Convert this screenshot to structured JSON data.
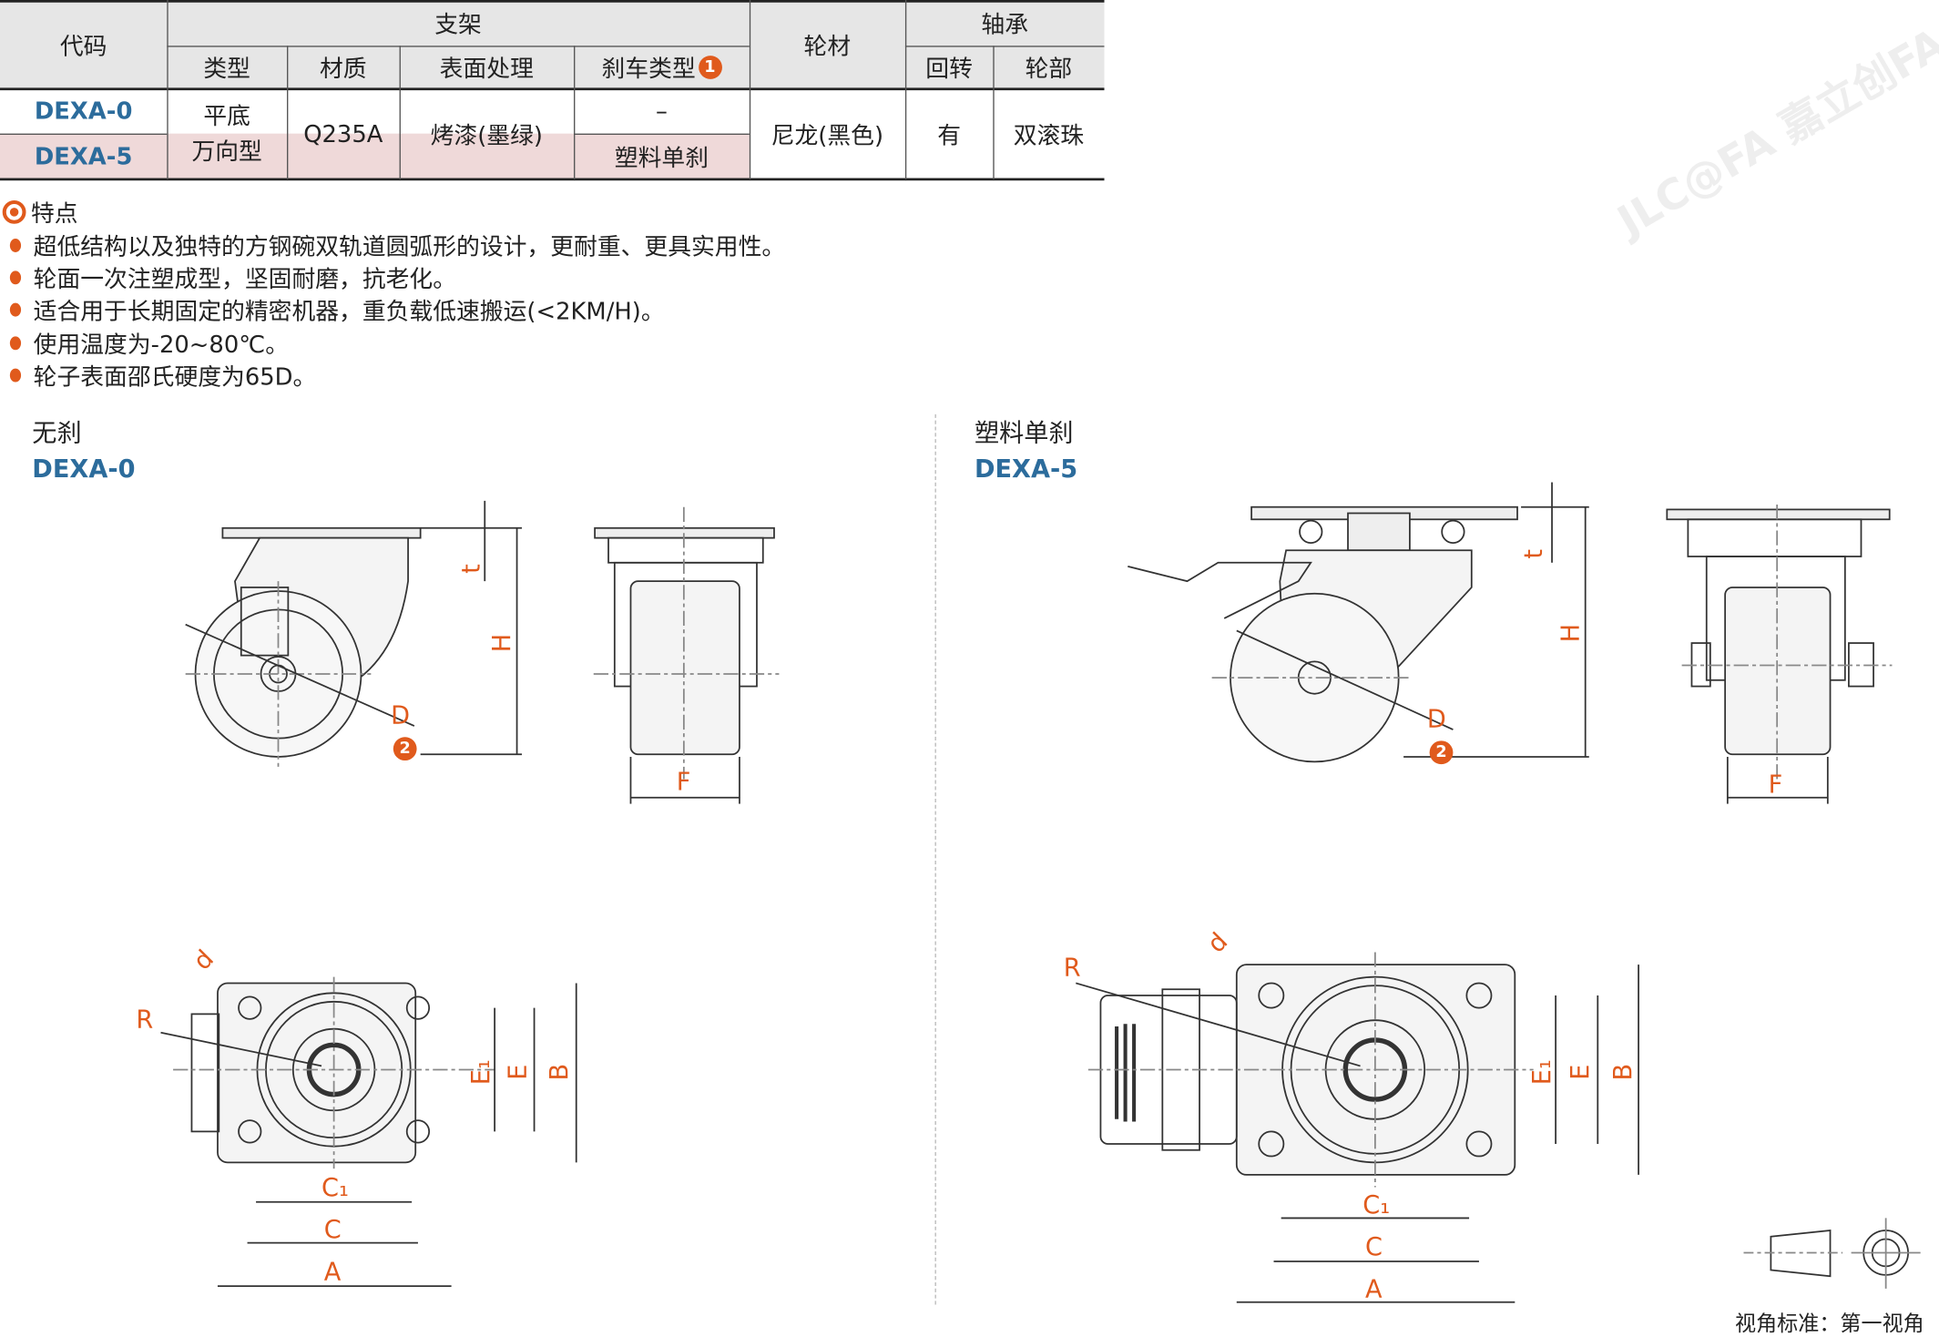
{
  "table": {
    "headers": {
      "code": "代码",
      "bracket": "支架",
      "type": "类型",
      "material": "材质",
      "surface": "表面处理",
      "brake_type": "刹车类型",
      "brake_note": "1",
      "wheel_material": "轮材",
      "bearing": "轴承",
      "swivel": "回转",
      "wheel_part": "轮部"
    },
    "rows": [
      {
        "code": "DEXA-0",
        "brake": "–"
      },
      {
        "code": "DEXA-5",
        "brake": "塑料单刹"
      }
    ],
    "shared": {
      "type": "平底\n万向型",
      "type_line1": "平底",
      "type_line2": "万向型",
      "material": "Q235A",
      "surface": "烤漆(墨绿)",
      "wheel": "尼龙(黑色)",
      "swivel": "有",
      "wheel_bearing": "双滚珠"
    }
  },
  "features": {
    "title": "特点",
    "items": [
      "超低结构以及独特的方钢碗双轨道圆弧形的设计，更耐重、更具实用性。",
      "轮面一次注塑成型，坚固耐磨，抗老化。",
      "适合用于长期固定的精密机器，重负载低速搬运(<2KM/H)。",
      "使用温度为-20~80℃。",
      "轮子表面邵氏硬度为65D。"
    ]
  },
  "drawings": {
    "left": {
      "title": "无刹",
      "code": "DEXA-0"
    },
    "right": {
      "title": "塑料单刹",
      "code": "DEXA-5"
    },
    "dims": {
      "t": "t",
      "H": "H",
      "D": "D",
      "D_note": "2",
      "F": "F",
      "A": "A",
      "C": "C",
      "C1": "C₁",
      "E": "E",
      "E1": "E₁",
      "B": "B",
      "R": "R",
      "d": "d"
    }
  },
  "view_standard": "视角标准：第一视角",
  "watermark": "JLC@FA 嘉立创FA WWW.JLCFA.COM",
  "colors": {
    "accent": "#e05a1c",
    "code": "#2c6c9c",
    "header_bg": "#e6e6e6",
    "highlight": "#efd9d9"
  }
}
